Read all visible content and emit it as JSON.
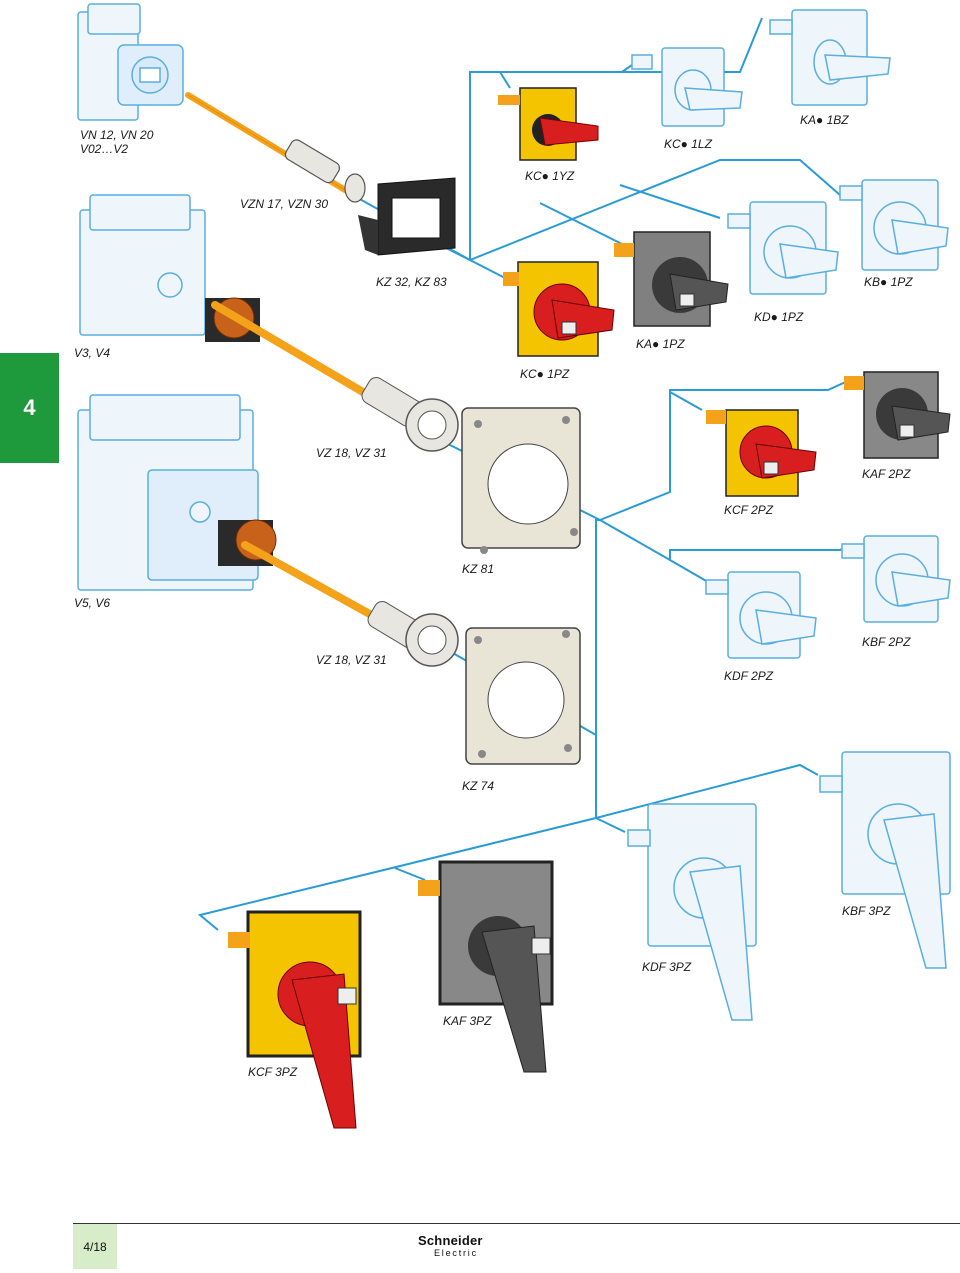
{
  "section": {
    "number": "4"
  },
  "page": {
    "number": "4/18"
  },
  "brand": {
    "name": "Schneider",
    "sub": "Electric"
  },
  "labels": {
    "vn": "VN 12, VN 20",
    "vn2": "V02…V2",
    "vzn": "VZN 17, VZN 30",
    "kc1yz": "KC● 1YZ",
    "kc1lz": "KC● 1LZ",
    "ka1bz": "KA● 1BZ",
    "kz3283": "KZ 32, KZ 83",
    "kb1pz": "KB● 1PZ",
    "kd1pz": "KD● 1PZ",
    "v3v4": "V3, V4",
    "ka1pz": "KA● 1PZ",
    "kc1pz": "KC● 1PZ",
    "vz1": "VZ 18, VZ 31",
    "kaf2pz": "KAF 2PZ",
    "kcf2pz": "KCF 2PZ",
    "kz81": "KZ 81",
    "v5v6": "V5, V6",
    "kbf2pz": "KBF 2PZ",
    "vz2": "VZ 18, VZ 31",
    "kdf2pz": "KDF 2PZ",
    "kz74": "KZ 74",
    "kbf3pz": "KBF 3PZ",
    "kdf3pz": "KDF 3PZ",
    "kaf3pz": "KAF 3PZ",
    "kcf3pz": "KCF 3PZ"
  },
  "colors": {
    "connector": "#2a9bd6",
    "shaft": "#f5a21b",
    "red": "#d81e1e",
    "yellow": "#f5c400",
    "grey": "#7a7a7a",
    "outline_blue": "#5aaee0",
    "section_green": "#1e9a3c",
    "page_box": "#d7ecc8"
  }
}
